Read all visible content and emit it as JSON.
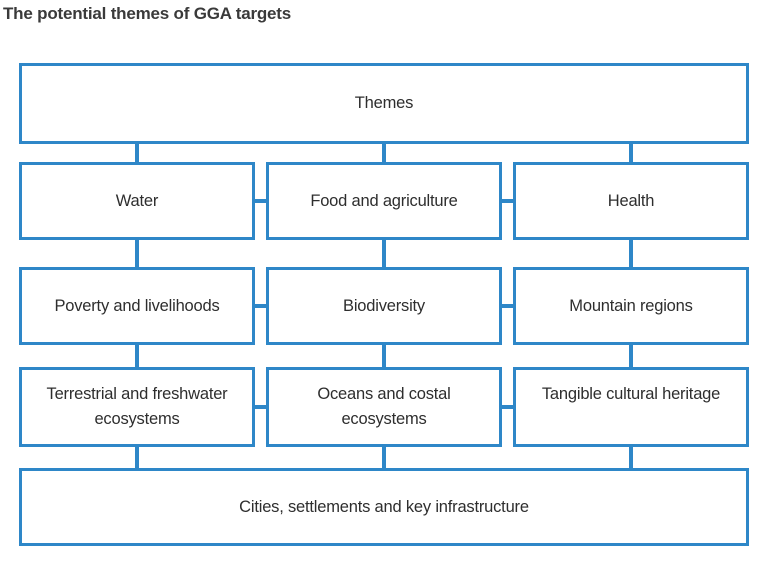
{
  "title": "The potential themes of GGA targets",
  "style": {
    "accent_color": "#2e87c8",
    "node_text_color": "#2e2e2e",
    "title_color": "#3a3a3a",
    "node_background": "#ffffff"
  },
  "diagram": {
    "type": "flowchart",
    "root": "Themes",
    "rows": [
      [
        "Water",
        "Food and agriculture",
        "Health"
      ],
      [
        "Poverty and livelihoods",
        "Biodiversity",
        "Mountain regions"
      ],
      [
        "Terrestrial and freshwater ecosystems",
        "Oceans and costal ecosystems",
        "Tangible cultural heritage"
      ]
    ],
    "footer": "Cities, settlements and key infrastructure"
  }
}
